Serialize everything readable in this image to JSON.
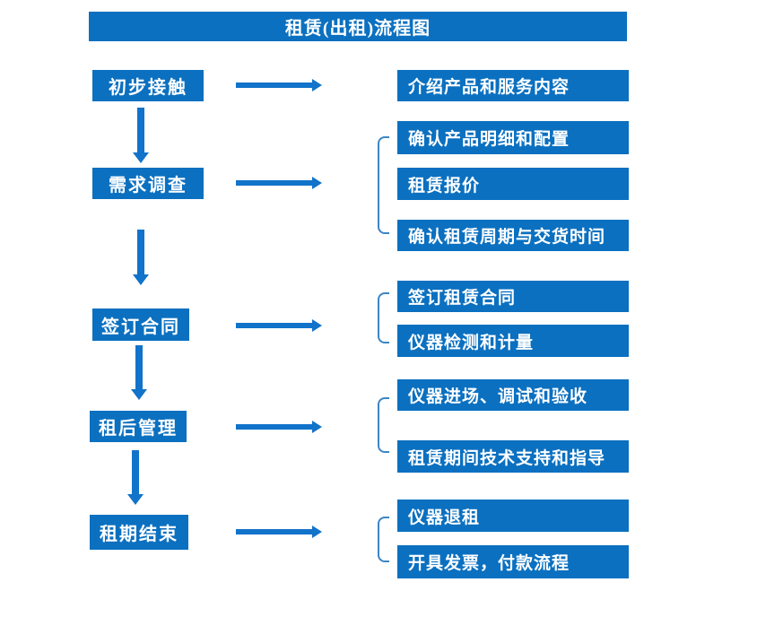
{
  "title": "租赁(出租)流程图",
  "colors": {
    "box_blue": "#0b70c0",
    "arrow_blue": "#1173c9",
    "bracket_blue": "#3c85c6",
    "text_white": "#ffffff",
    "background": "#ffffff"
  },
  "stages": [
    {
      "label": "初步接触",
      "outputs": [
        "介绍产品和服务内容"
      ]
    },
    {
      "label": "需求调查",
      "outputs": [
        "确认产品明细和配置",
        "租赁报价",
        "确认租赁周期与交货时间"
      ]
    },
    {
      "label": "签订合同",
      "outputs": [
        "签订租赁合同",
        "仪器检测和计量"
      ]
    },
    {
      "label": "租后管理",
      "outputs": [
        "仪器进场、调试和验收",
        "租赁期间技术支持和指导"
      ]
    },
    {
      "label": "租期结束",
      "outputs": [
        "仪器退租",
        "开具发票，付款流程"
      ]
    }
  ]
}
